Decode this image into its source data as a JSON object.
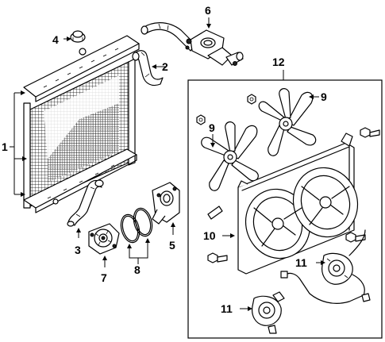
{
  "callouts": [
    {
      "id": "c1",
      "text": "1"
    },
    {
      "id": "c2",
      "text": "2"
    },
    {
      "id": "c3",
      "text": "3"
    },
    {
      "id": "c4",
      "text": "4"
    },
    {
      "id": "c5",
      "text": "5"
    },
    {
      "id": "c6",
      "text": "6"
    },
    {
      "id": "c7",
      "text": "7"
    },
    {
      "id": "c8",
      "text": "8"
    },
    {
      "id": "c9a",
      "text": "9"
    },
    {
      "id": "c9b",
      "text": "9"
    },
    {
      "id": "c10",
      "text": "10"
    },
    {
      "id": "c11a",
      "text": "11"
    },
    {
      "id": "c11b",
      "text": "11"
    },
    {
      "id": "c12",
      "text": "12"
    }
  ]
}
